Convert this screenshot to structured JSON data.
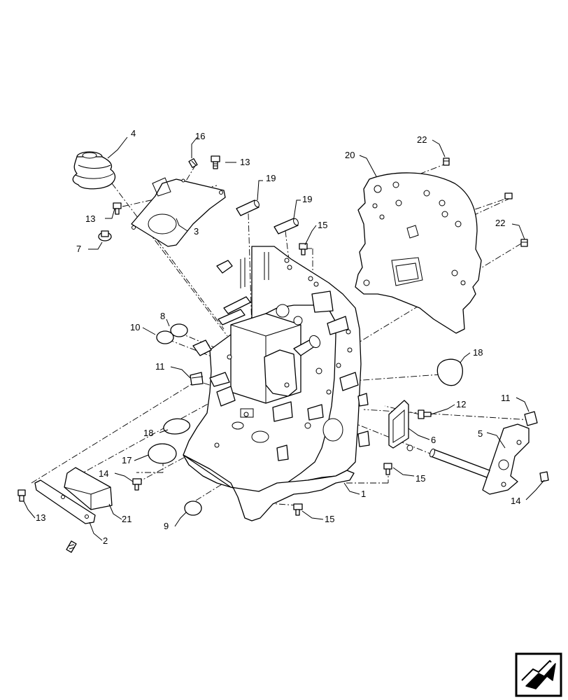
{
  "callouts": [
    {
      "id": "c4",
      "label": "4"
    },
    {
      "id": "c16",
      "label": "16"
    },
    {
      "id": "c13a",
      "label": "13"
    },
    {
      "id": "c13b",
      "label": "13"
    },
    {
      "id": "c7",
      "label": "7"
    },
    {
      "id": "c3",
      "label": "3"
    },
    {
      "id": "c19a",
      "label": "19"
    },
    {
      "id": "c19b",
      "label": "19"
    },
    {
      "id": "c15a",
      "label": "15"
    },
    {
      "id": "c20",
      "label": "20"
    },
    {
      "id": "c22a",
      "label": "22"
    },
    {
      "id": "c22b",
      "label": "22"
    },
    {
      "id": "c8",
      "label": "8"
    },
    {
      "id": "c10",
      "label": "10"
    },
    {
      "id": "c11a",
      "label": "11"
    },
    {
      "id": "c18a",
      "label": "18"
    },
    {
      "id": "c12",
      "label": "12"
    },
    {
      "id": "c11b",
      "label": "11"
    },
    {
      "id": "c5",
      "label": "5"
    },
    {
      "id": "c6",
      "label": "6"
    },
    {
      "id": "c18b",
      "label": "18"
    },
    {
      "id": "c17",
      "label": "17"
    },
    {
      "id": "c14a",
      "label": "14"
    },
    {
      "id": "c15b",
      "label": "15"
    },
    {
      "id": "c1",
      "label": "1"
    },
    {
      "id": "c14b",
      "label": "14"
    },
    {
      "id": "c13c",
      "label": "13"
    },
    {
      "id": "c21",
      "label": "21"
    },
    {
      "id": "c2",
      "label": "2"
    },
    {
      "id": "c9",
      "label": "9"
    },
    {
      "id": "c15c",
      "label": "15"
    }
  ],
  "icons": {
    "nav": "next-page-arrow-icon"
  }
}
